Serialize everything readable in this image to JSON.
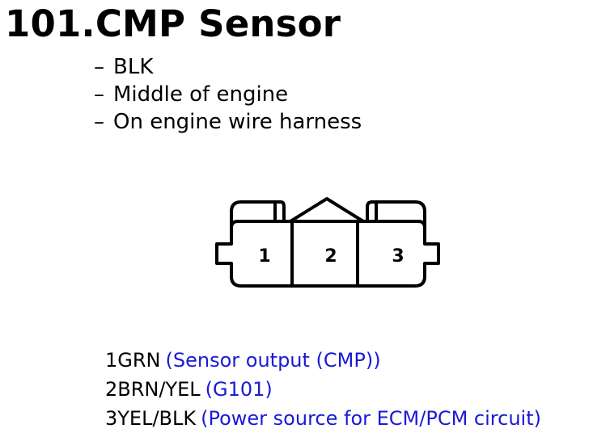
{
  "title": "101.CMP Sensor",
  "bullets": [
    {
      "dash": "–",
      "text": "BLK"
    },
    {
      "dash": "–",
      "text": "Middle of engine"
    },
    {
      "dash": "–",
      "text": "On engine wire harness"
    }
  ],
  "connector": {
    "pins": [
      "1",
      "2",
      "3"
    ]
  },
  "pinout": [
    {
      "wire": "1GRN",
      "desc": "(Sensor output (CMP))"
    },
    {
      "wire": "2BRN/YEL",
      "desc": "(G101)"
    },
    {
      "wire": "3YEL/BLK",
      "desc": "(Power source for ECM/PCM circuit)"
    }
  ],
  "colors": {
    "description_text": "#1a1ad6",
    "outline": "#000000"
  }
}
